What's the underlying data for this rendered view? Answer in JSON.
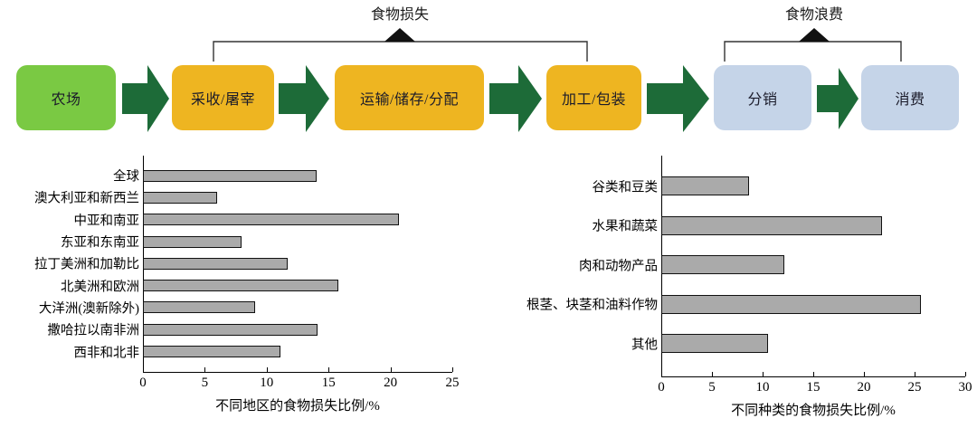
{
  "flow": {
    "stages": [
      {
        "label": "农场",
        "color": "#7ac943",
        "kind": "production"
      },
      {
        "label": "采收/屠宰",
        "color": "#eeb521",
        "kind": "loss"
      },
      {
        "label": "运输/储存/分配",
        "color": "#eeb521",
        "kind": "loss"
      },
      {
        "label": "加工/包装",
        "color": "#eeb521",
        "kind": "loss"
      },
      {
        "label": "分销",
        "color": "#c5d4e8",
        "kind": "waste"
      },
      {
        "label": "消费",
        "color": "#c5d4e8",
        "kind": "waste"
      }
    ],
    "arrow_color": "#1d6b38",
    "brackets": [
      {
        "label": "食物损失",
        "covers": [
          "采收/屠宰",
          "运输/储存/分配",
          "加工/包装"
        ]
      },
      {
        "label": "食物浪费",
        "covers": [
          "分销",
          "消费"
        ]
      }
    ]
  },
  "chart_data": [
    {
      "id": "food-loss-by-region",
      "type": "bar",
      "orientation": "horizontal",
      "title": "",
      "xlabel": "不同地区的食物损失比例/%",
      "ylabel": "",
      "xlim": [
        0,
        25
      ],
      "xticks": [
        0,
        5,
        10,
        15,
        20,
        25
      ],
      "xtick_labels": [
        "0",
        "5",
        "10",
        "15",
        "20",
        "25"
      ],
      "grid": false,
      "legend": "none",
      "bar_color": "#aaaaaa",
      "bar_edge_color": "#111111",
      "categories": [
        "全球",
        "澳大利亚和新西兰",
        "中亚和南亚",
        "东亚和东南亚",
        "拉丁美洲和加勒比",
        "北美洲和欧洲",
        "大洋洲(澳新除外)",
        "撒哈拉以南非洲",
        "西非和北非"
      ],
      "values": [
        14.0,
        6.0,
        20.7,
        8.0,
        11.7,
        15.8,
        9.1,
        14.1,
        11.1
      ]
    },
    {
      "id": "food-loss-by-commodity",
      "type": "bar",
      "orientation": "horizontal",
      "title": "",
      "xlabel": "不同种类的食物损失比例/%",
      "ylabel": "",
      "xlim": [
        0,
        30
      ],
      "xticks": [
        0,
        5,
        10,
        15,
        20,
        25,
        30
      ],
      "xtick_labels": [
        "0",
        "5",
        "10",
        "15",
        "20",
        "25",
        "30"
      ],
      "grid": false,
      "legend": "none",
      "bar_color": "#aaaaaa",
      "bar_edge_color": "#111111",
      "categories": [
        "谷类和豆类",
        "水果和蔬菜",
        "肉和动物产品",
        "根茎、块茎和油料作物",
        "其他"
      ],
      "values": [
        8.7,
        21.8,
        12.1,
        25.6,
        10.5
      ]
    }
  ]
}
